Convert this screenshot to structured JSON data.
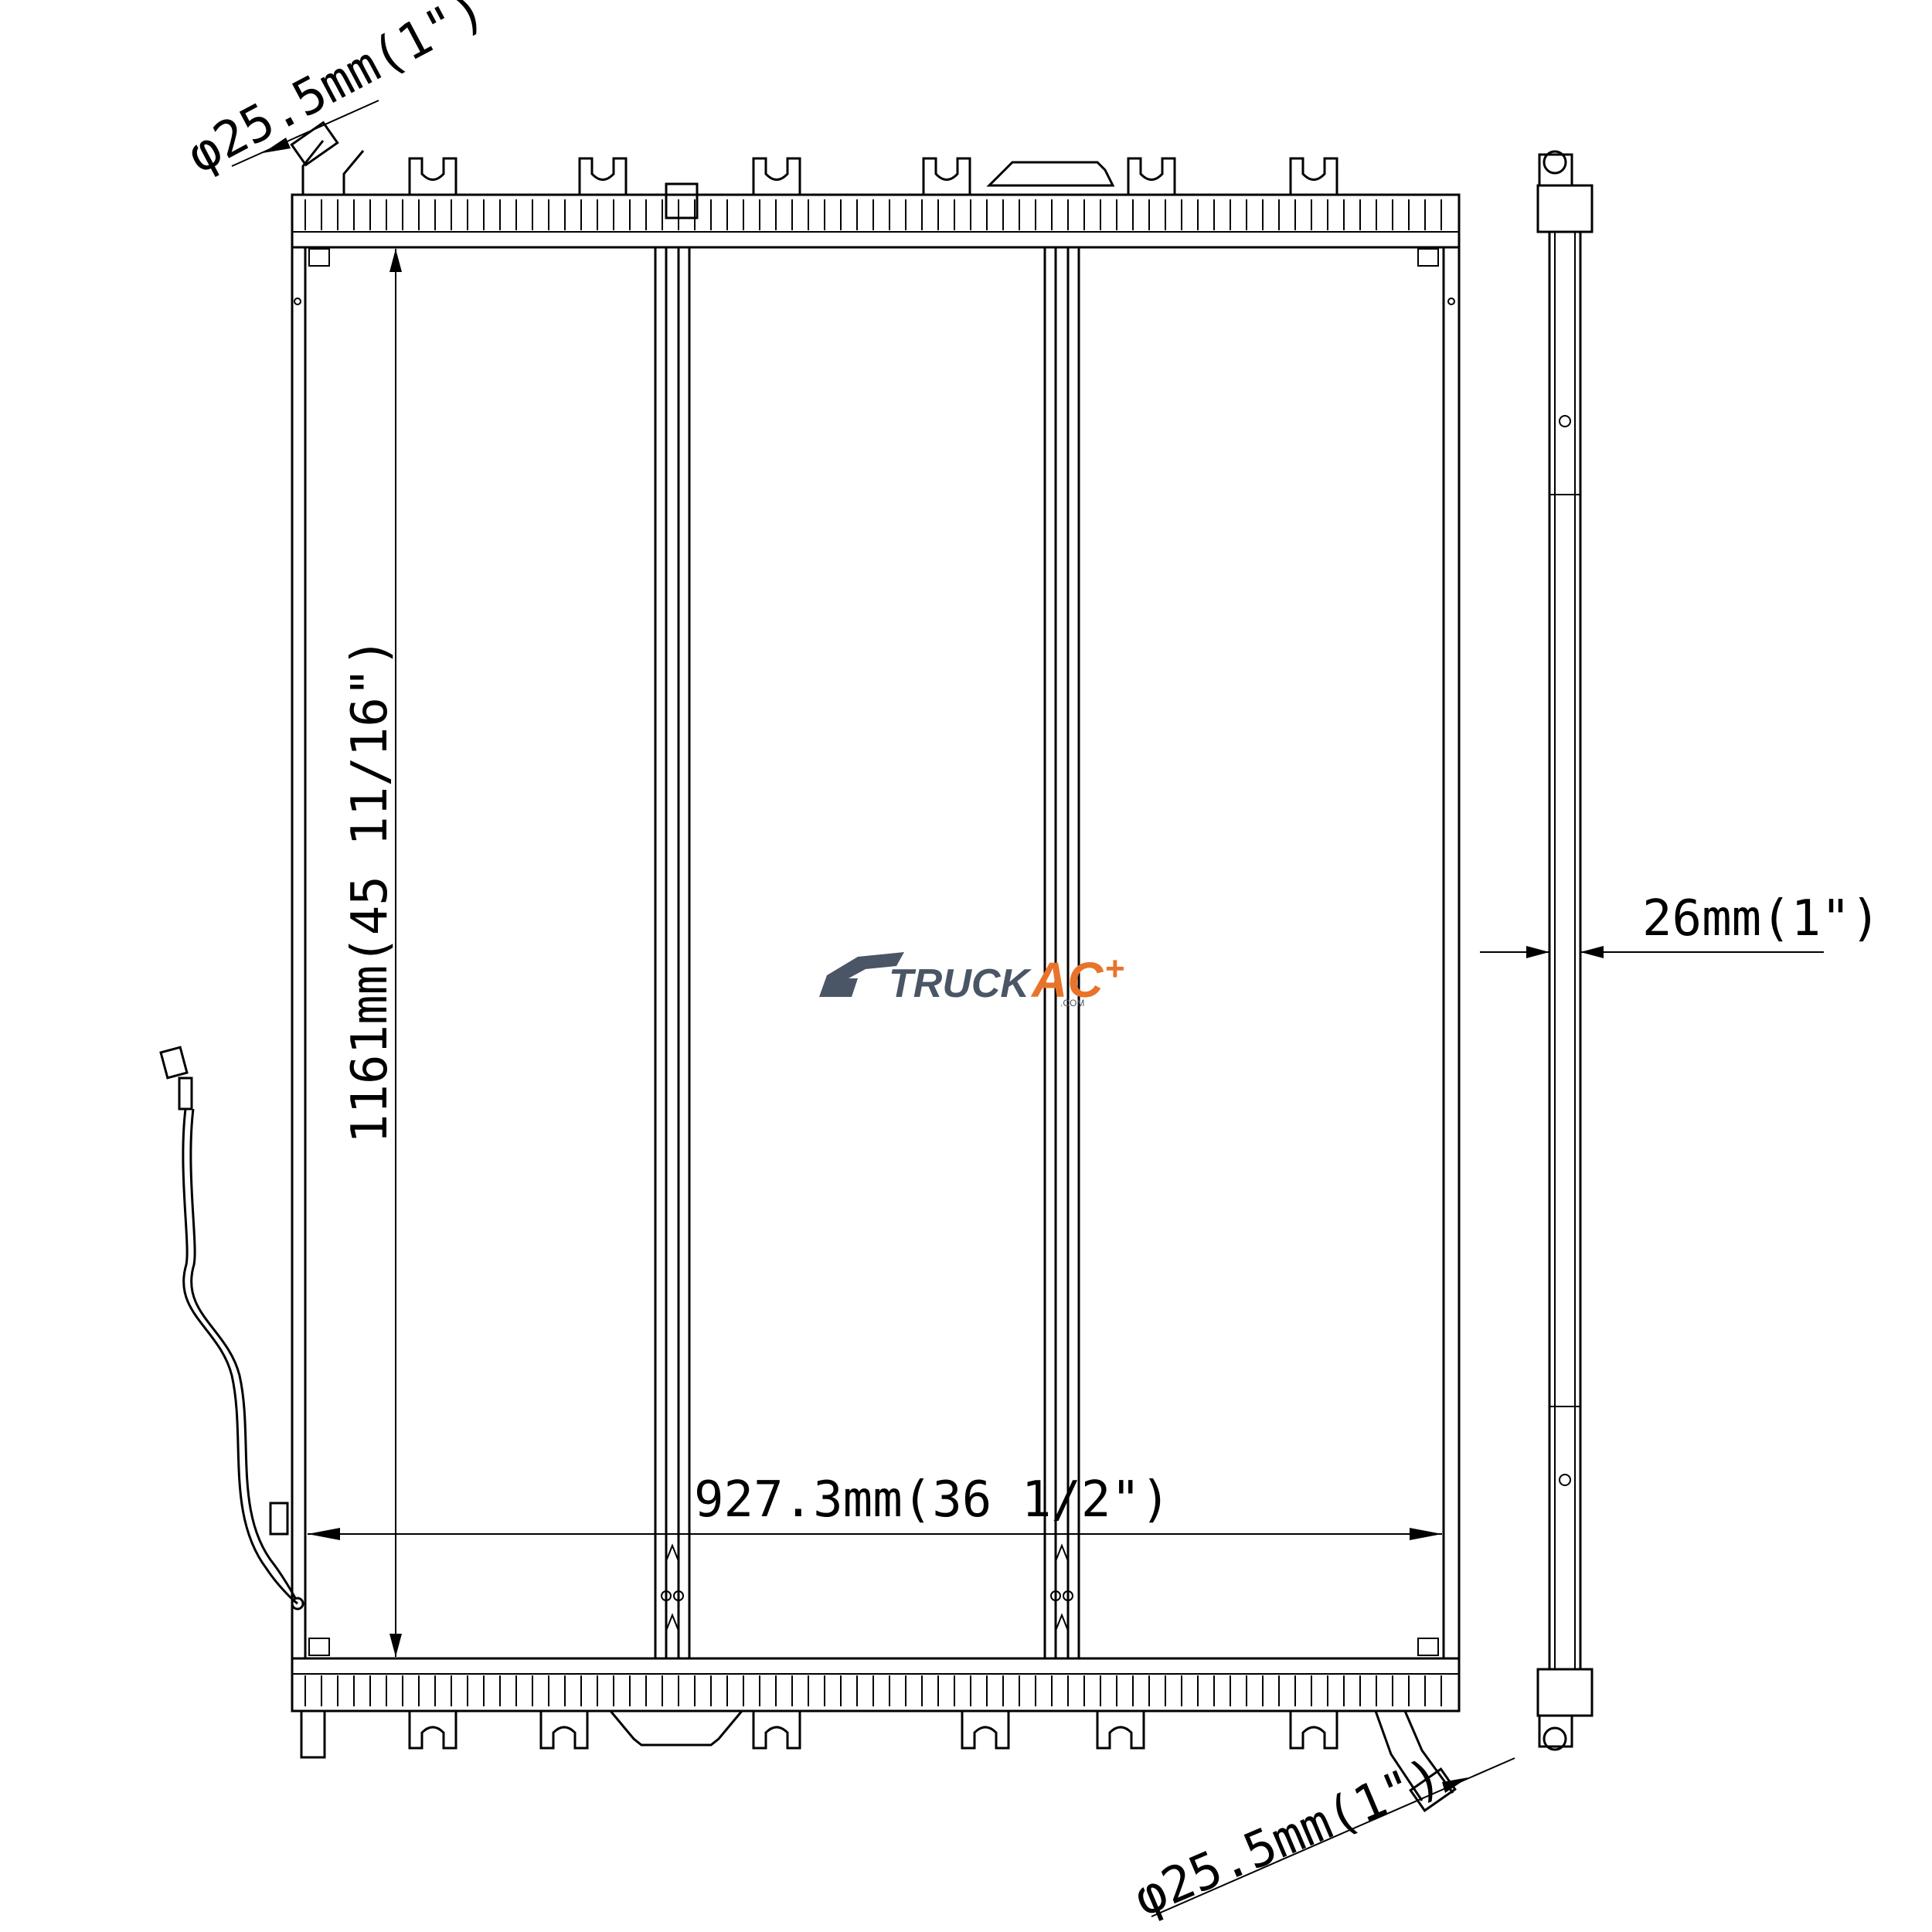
{
  "dimensions": {
    "inlet_diameter": "φ25.5mm(1\")",
    "outlet_diameter": "φ25.5mm(1\")",
    "height": "1161mm(45 11/16\")",
    "width": "927.3mm(36 1/2\")",
    "depth": "26mm(1\")"
  },
  "logo": {
    "word1": "TRUCK",
    "word2": "AC",
    "plus": "+",
    "suffix": ".COM",
    "colors": {
      "primary": "#4a5565",
      "accent": "#e8732a"
    }
  }
}
